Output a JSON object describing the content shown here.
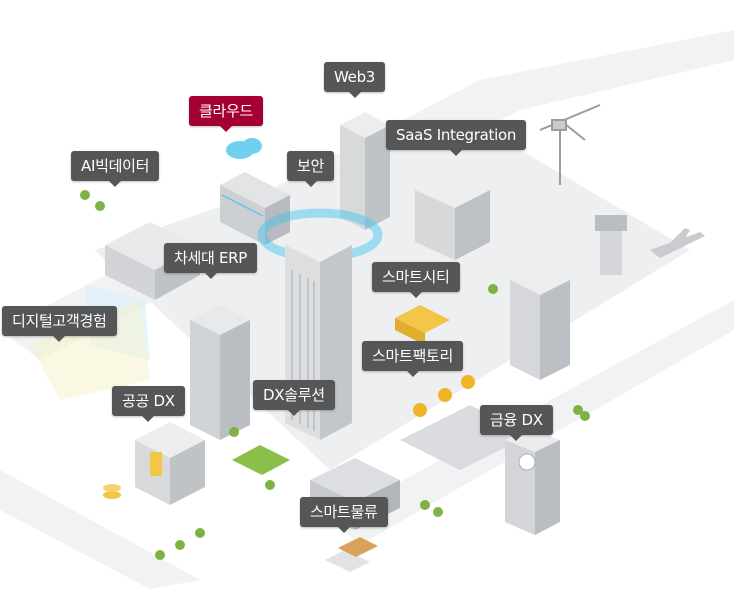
{
  "colors": {
    "tag_dark": "#545658",
    "tag_accent": "#a50034",
    "scene_light": "#e6e7e9",
    "scene_mid": "#c9cbce",
    "glow": "#3cc3ee"
  },
  "tags": {
    "web3": "Web3",
    "cloud": "클라우드",
    "ai_bigdata": "AI빅데이터",
    "security": "보안",
    "saas": "SaaS Integration",
    "next_erp": "차세대 ERP",
    "smart_city": "스마트시티",
    "digital_cx": "디지털고객경험",
    "smart_factory": "스마트팩토리",
    "public_dx": "공공 DX",
    "dx_solution": "DX솔루션",
    "finance_dx": "금융 DX",
    "smart_logistics": "스마트물류"
  }
}
